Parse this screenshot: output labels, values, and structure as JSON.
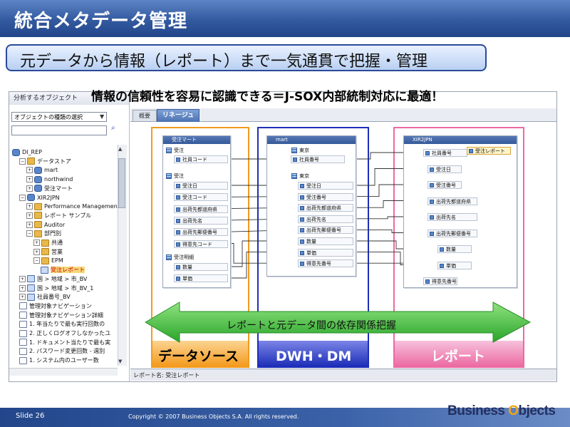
{
  "slide": {
    "title": "統合メタデータ管理",
    "subtitle": "元データから情報（レポート）まで一気通貫で把握・管理",
    "headline": "情報の信頼性を容易に認識できる＝J-SOX内部統制対応に最適！"
  },
  "left_panel": {
    "header": "分析するオブジェクト",
    "type_select": "オブジェクトの種類の選択",
    "tree": [
      {
        "label": "DI_REP",
        "depth": 0,
        "icon": "db"
      },
      {
        "label": "データストア",
        "depth": 1,
        "icon": "folder",
        "toggle": "−"
      },
      {
        "label": "mart",
        "depth": 2,
        "icon": "db",
        "toggle": "+"
      },
      {
        "label": "northwind",
        "depth": 2,
        "icon": "db",
        "toggle": "+"
      },
      {
        "label": "受注マート",
        "depth": 2,
        "icon": "db",
        "toggle": "+"
      },
      {
        "label": "XIR2JPN",
        "depth": 1,
        "icon": "db",
        "toggle": "−"
      },
      {
        "label": "Performance Management",
        "depth": 2,
        "icon": "folder",
        "toggle": "+"
      },
      {
        "label": "レポート サンプル",
        "depth": 2,
        "icon": "folder",
        "toggle": "+"
      },
      {
        "label": "Auditor",
        "depth": 2,
        "icon": "folder",
        "toggle": "+"
      },
      {
        "label": "部門別",
        "depth": 2,
        "icon": "folder",
        "toggle": "−"
      },
      {
        "label": "共通",
        "depth": 3,
        "icon": "folder",
        "toggle": "+"
      },
      {
        "label": "営業",
        "depth": 3,
        "icon": "folder",
        "toggle": "+"
      },
      {
        "label": "EPM",
        "depth": 3,
        "icon": "folder",
        "toggle": "−"
      },
      {
        "label": "受注レポート",
        "depth": 4,
        "icon": "rep",
        "selected": true
      },
      {
        "label": "国 > 地域 > 市_BV",
        "depth": 1,
        "icon": "rep",
        "toggle": "+"
      },
      {
        "label": "国 > 地域 > 市_BV_1",
        "depth": 1,
        "icon": "rep",
        "toggle": "+"
      },
      {
        "label": "社員番号_BV",
        "depth": 1,
        "icon": "rep",
        "toggle": "+"
      },
      {
        "label": "管理対象ナビゲーション",
        "depth": 1,
        "icon": "doc"
      },
      {
        "label": "管理対象ナビゲーション詳細",
        "depth": 1,
        "icon": "doc"
      },
      {
        "label": "1. 年当たりで最も実行回数の",
        "depth": 1,
        "icon": "doc"
      },
      {
        "label": "2. 正しくログオフしなかったユ",
        "depth": 1,
        "icon": "doc"
      },
      {
        "label": "1. ドキュメント当たりで最も実",
        "depth": 1,
        "icon": "doc"
      },
      {
        "label": "2. パスワード変更回数 - 週別",
        "depth": 1,
        "icon": "doc"
      },
      {
        "label": "1. システム内のユーザー数",
        "depth": 1,
        "icon": "doc"
      }
    ]
  },
  "tabs": {
    "overview": "概要",
    "lineage": "リネージュ"
  },
  "status_bar": "レポート名: 受注レポート",
  "lineage": {
    "datasource": {
      "title": "受注マート",
      "group1": "受注",
      "group1_fields": [
        "社員コード"
      ],
      "group2": "受注",
      "group2_fields": [
        "受注日",
        "受注コード",
        "出荷先都道府県",
        "出荷先名",
        "出荷先郵便番号",
        "得意先コード"
      ],
      "group3": "受注明細",
      "group3_fields": [
        "数量",
        "単価"
      ]
    },
    "dwh": {
      "title": "mart",
      "group1": "東京",
      "group1_fields": [
        "社員番号"
      ],
      "group2": "東京",
      "group2_fields": [
        "受注日",
        "受注番号",
        "出荷先都道府県",
        "出荷先名",
        "出荷先郵便番号",
        "数量",
        "単価",
        "得意先番号"
      ]
    },
    "report": {
      "title": "XIR2JPN",
      "doc_name": "受注レポート",
      "fields": [
        "社員番号",
        "受注日",
        "受注番号",
        "出荷先都道府県",
        "出荷先名",
        "出荷先郵便番号",
        "数量",
        "単価",
        "得意先番号"
      ]
    }
  },
  "columns": {
    "datasource": {
      "label": "データソース",
      "color": "#f39a1e"
    },
    "dwh": {
      "label": "DWH・DM",
      "color": "#1d2fb8"
    },
    "report": {
      "label": "レポート",
      "color": "#ec6aa2"
    }
  },
  "arrow_text": "レポートと元データ間の依存関係把握",
  "footer": {
    "slide_number": "Slide 26",
    "copyright": "Copyright © 2007 Business Objects S.A. All rights reserved.",
    "logo_a": "Business ",
    "logo_o": "O",
    "logo_b": "bjects"
  },
  "colors": {
    "accent": "#2a4a9a",
    "arrow_green": "#3cc03c"
  }
}
